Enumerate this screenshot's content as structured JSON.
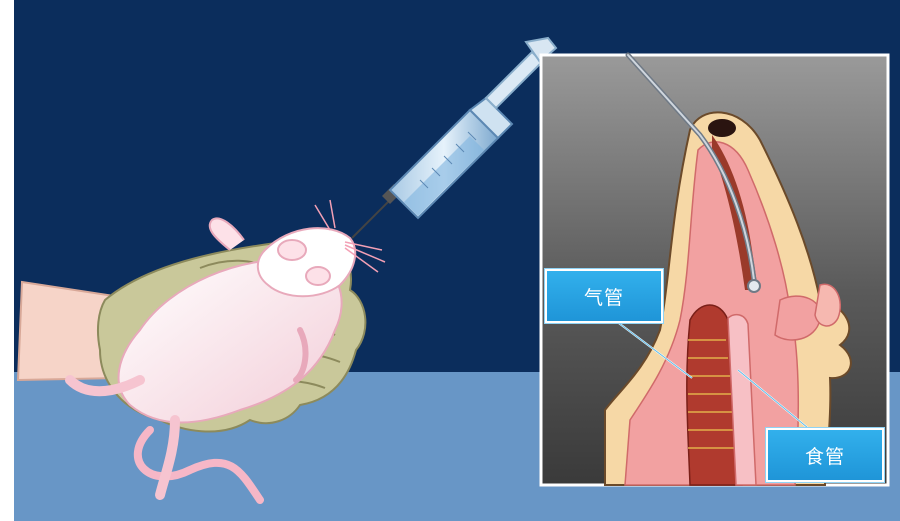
{
  "labels": {
    "trachea": "气管",
    "esophagus": "食管"
  },
  "colors": {
    "background_dark": "#0b2d5c",
    "table_surface": "#6896c6",
    "label_fill": "#2aa6e6",
    "rat_body": "#fdf0f3",
    "glove": "#c9c89a",
    "tissue_pink": "#f2a1a1",
    "tissue_dark": "#b03a2e"
  },
  "icons": {
    "syringe": "syringe-icon",
    "rat": "rat-illustration",
    "hand": "gloved-hand-illustration",
    "inset": "anatomy-inset"
  }
}
